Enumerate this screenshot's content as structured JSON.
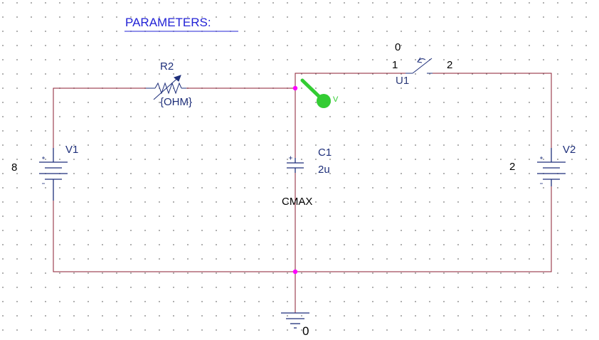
{
  "header": {
    "parameters_label": "PARAMETERS:"
  },
  "components": {
    "r2": {
      "ref": "R2",
      "value": "{OHM}"
    },
    "v1": {
      "ref": "V1",
      "value": "8"
    },
    "c1": {
      "ref": "C1",
      "value": "2u",
      "param": "CMAX"
    },
    "u1": {
      "ref": "U1",
      "tclose": "0",
      "pin1": "1",
      "pin2": "2"
    },
    "v2": {
      "ref": "V2",
      "value": "2"
    },
    "ground": {
      "label": "0"
    },
    "probe": {
      "label": "V"
    }
  },
  "colors": {
    "wire": "#8b1c32",
    "junction": "#ff00ff",
    "probe": "#33cc33",
    "label_navy": "#1e2f7a",
    "parameters_blue": "#2323d6"
  }
}
